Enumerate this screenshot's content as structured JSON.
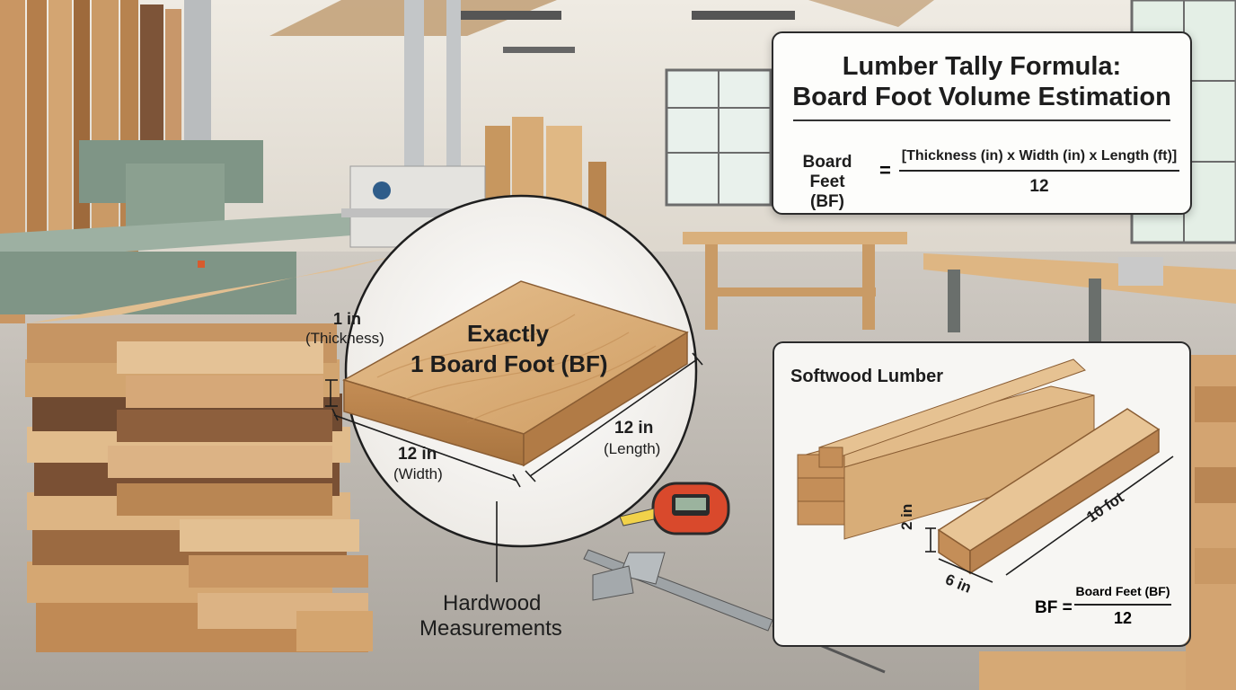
{
  "formula_panel": {
    "title_line1": "Lumber Tally Formula:",
    "title_line2": "Board Foot Volume Estimation",
    "lhs_line1": "Board Feet",
    "lhs_line2": "(BF)",
    "equals": "=",
    "numerator": "[Thickness (in) x Width (in) x Length (ft)]",
    "denominator": "12"
  },
  "hardwood_diagram": {
    "heading_line1": "Exactly",
    "heading_line2": "1 Board Foot (BF)",
    "thickness_value": "1 in",
    "thickness_label": "(Thickness)",
    "width_value": "12 in",
    "width_label": "(Width)",
    "length_value": "12 in",
    "length_label": "(Length)",
    "caption_line1": "Hardwood",
    "caption_line2": "Measurements"
  },
  "softwood_panel": {
    "title": "Softwood Lumber",
    "thickness_value": "2 in",
    "width_value": "6 in",
    "length_value": "10 fot",
    "bf_label": "BF =",
    "numerator": "Board Feet (BF)",
    "denominator": "12"
  },
  "colors": {
    "light_wood": "#dcb27c",
    "mid_wood": "#c08a55",
    "dark_wood": "#7a5034",
    "floor": "#bdb8b1",
    "wall": "#ece8e0",
    "machine_green": "#7f9586",
    "panel_border": "#2b2b2b"
  }
}
